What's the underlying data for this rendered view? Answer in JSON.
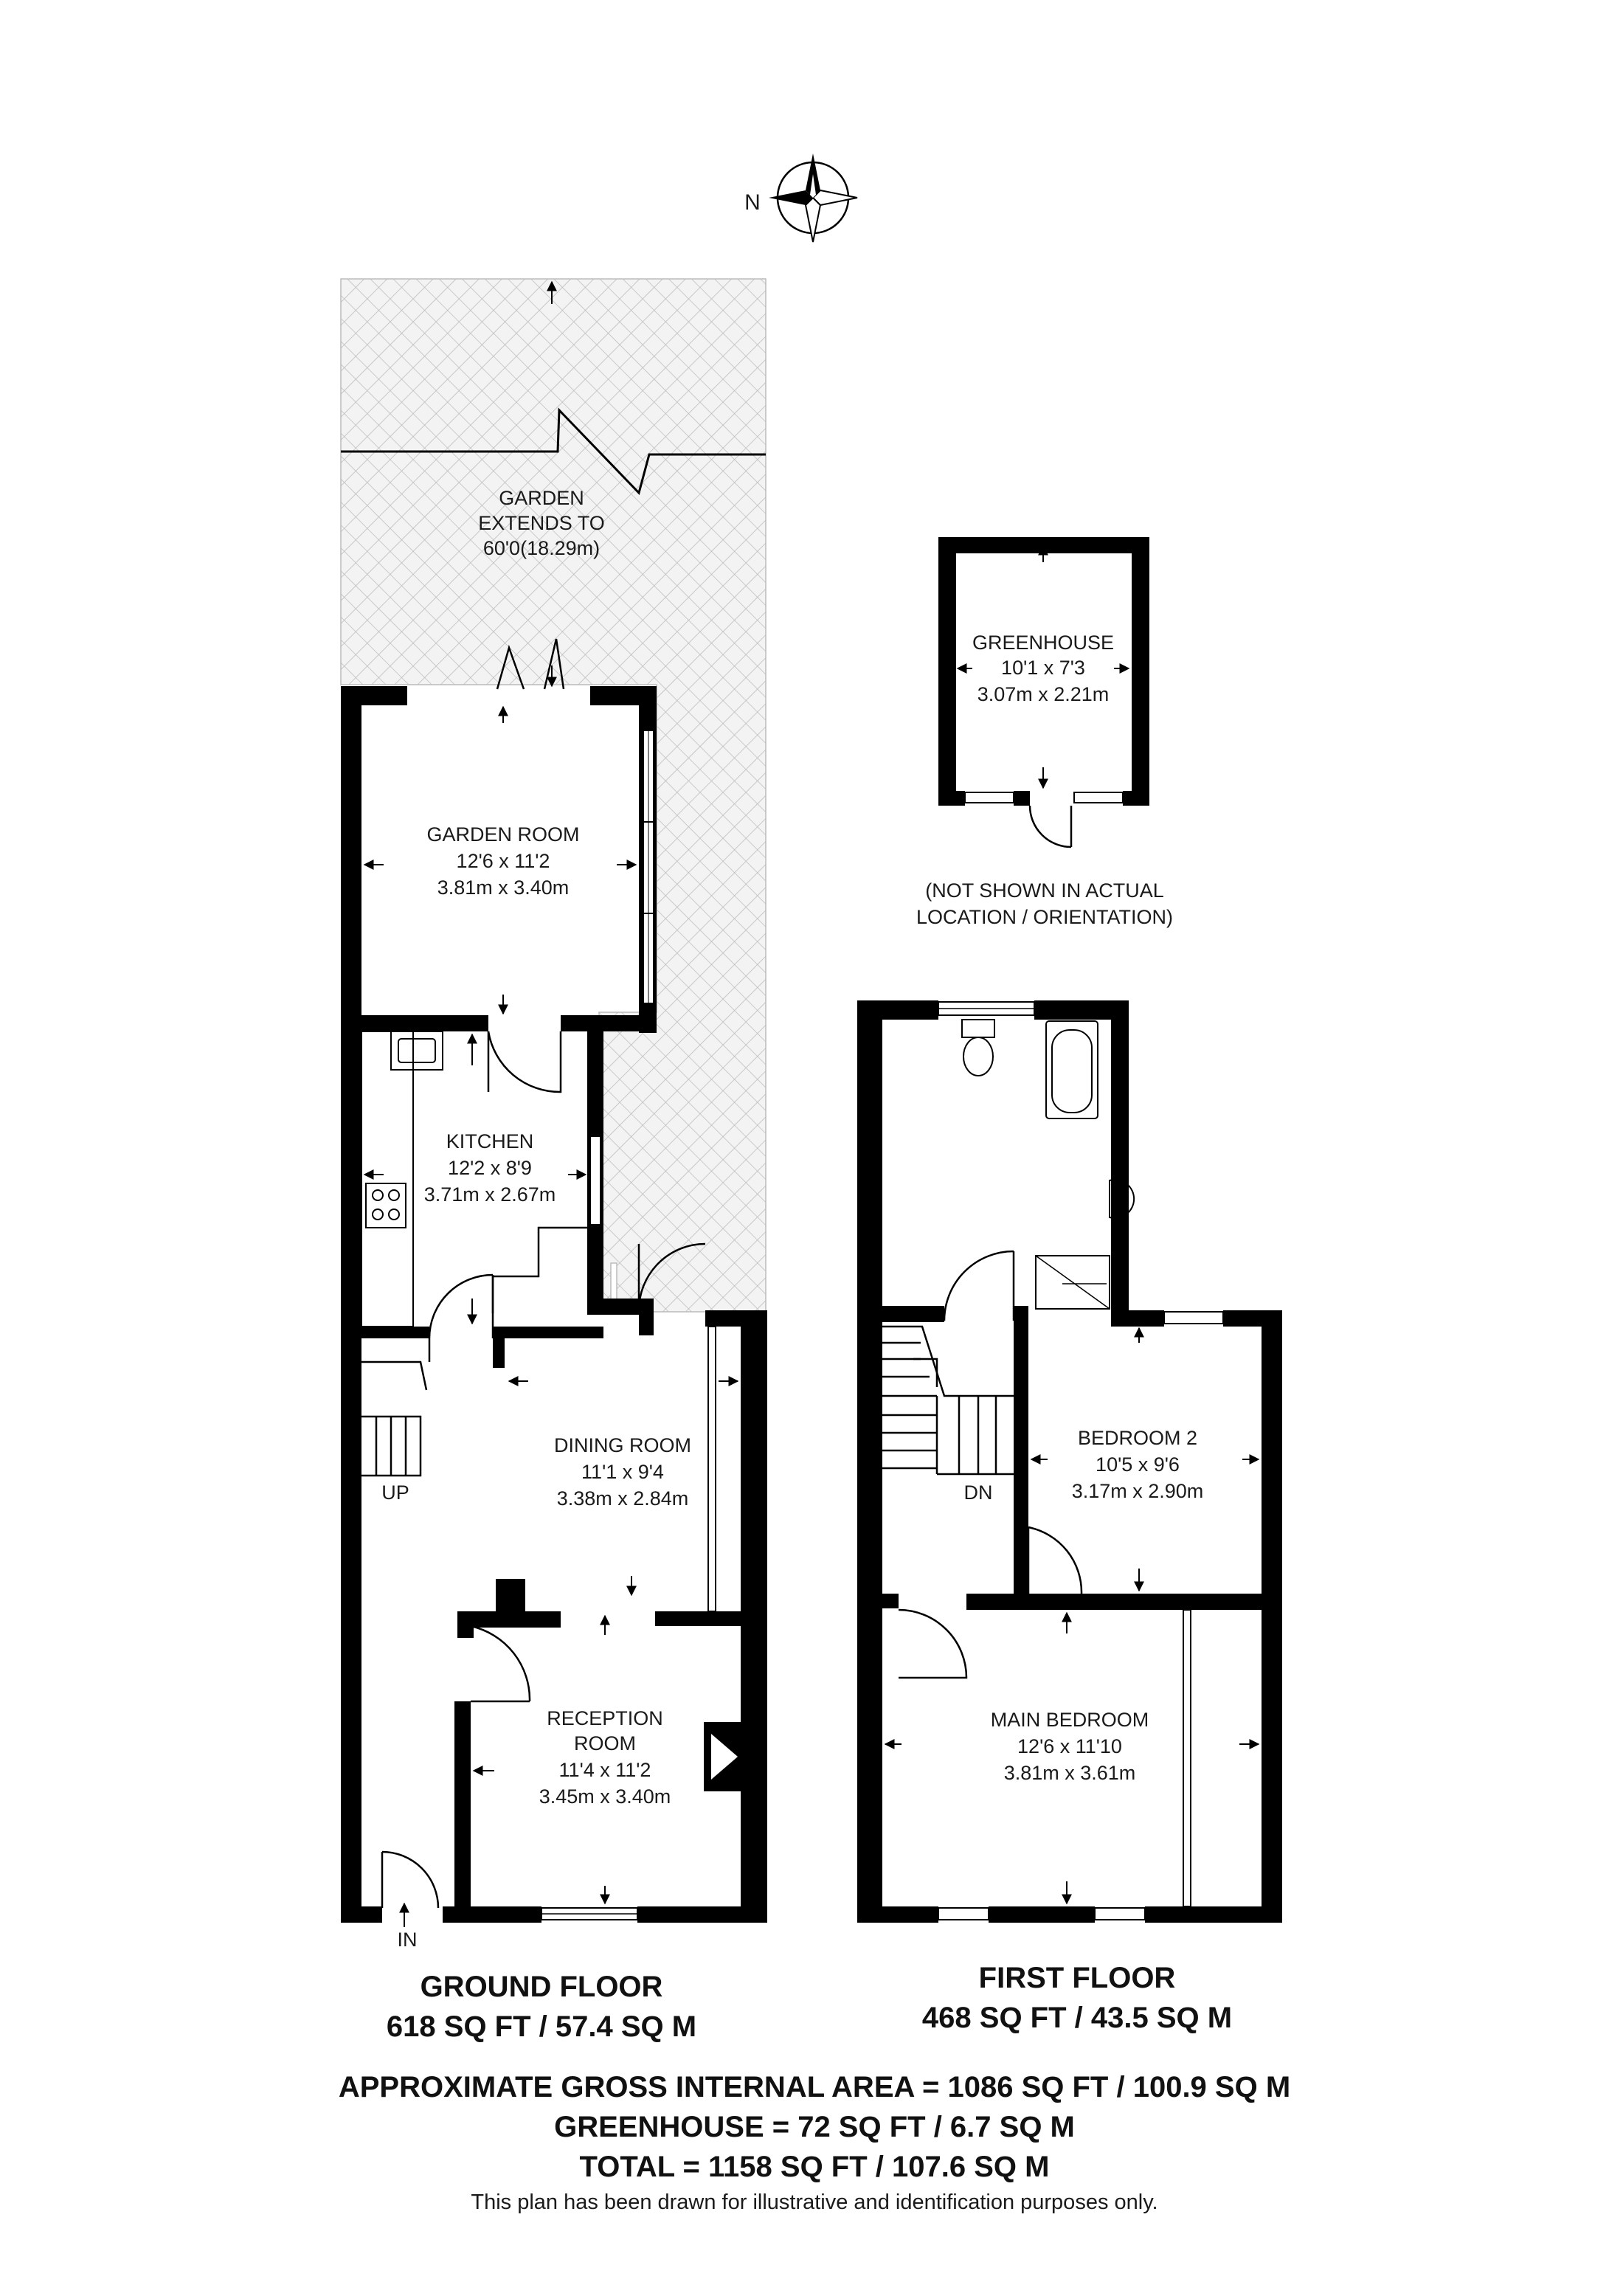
{
  "compass": {
    "label": "N"
  },
  "garden": {
    "line1": "GARDEN",
    "line2": "EXTENDS TO",
    "line3": "60'0(18.29m)"
  },
  "greenhouse": {
    "name": "GREENHOUSE",
    "imperial": "10'1 x 7'3",
    "metric": "3.07m x 2.21m",
    "note1": "(NOT SHOWN IN ACTUAL",
    "note2": "LOCATION / ORIENTATION)"
  },
  "ground_floor": {
    "rooms": {
      "garden_room": {
        "name": "GARDEN ROOM",
        "imperial": "12'6 x 11'2",
        "metric": "3.81m x 3.40m"
      },
      "kitchen": {
        "name": "KITCHEN",
        "imperial": "12'2 x 8'9",
        "metric": "3.71m x 2.67m"
      },
      "dining_room": {
        "name": "DINING ROOM",
        "imperial": "11'1 x 9'4",
        "metric": "3.38m x 2.84m"
      },
      "reception_room": {
        "name1": "RECEPTION",
        "name2": "ROOM",
        "imperial": "11'4 x 11'2",
        "metric": "3.45m x 3.40m"
      }
    },
    "stairs_label": "UP",
    "entrance_label": "IN",
    "title": "GROUND FLOOR",
    "area": "618 SQ FT / 57.4 SQ M"
  },
  "first_floor": {
    "rooms": {
      "bedroom_2": {
        "name": "BEDROOM 2",
        "imperial": "10'5 x 9'6",
        "metric": "3.17m x 2.90m"
      },
      "main_bedroom": {
        "name": "MAIN BEDROOM",
        "imperial": "12'6 x 11'10",
        "metric": "3.81m x 3.61m"
      }
    },
    "stairs_label": "DN",
    "title": "FIRST FLOOR",
    "area": "468 SQ FT / 43.5 SQ M"
  },
  "totals": {
    "gross": "APPROXIMATE GROSS INTERNAL AREA = 1086 SQ FT / 100.9 SQ M",
    "greenhouse": "GREENHOUSE = 72 SQ FT / 6.7 SQ M",
    "total": "TOTAL = 1158 SQ FT / 107.6 SQ M",
    "disclaimer": "This plan has been drawn for illustrative and identification purposes only."
  }
}
